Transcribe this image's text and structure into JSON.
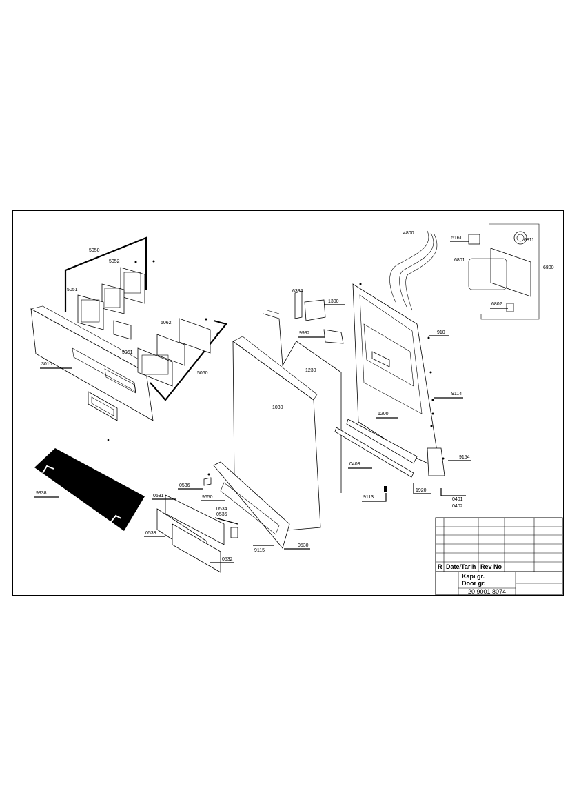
{
  "parts": {
    "p5050": "5050",
    "p5052": "5052",
    "p5051": "5051",
    "p3010": "3010",
    "p5062": "5062",
    "p5061": "5061",
    "p5060": "5060",
    "p6330": "6330",
    "p1300": "1300",
    "p9992": "9992",
    "p1230": "1230",
    "p1030": "1030",
    "p4800": "4800",
    "p5161": "5161",
    "p6811": "6811",
    "p6801": "6801",
    "p6800": "6800",
    "p6802": "6802",
    "p910": "910",
    "p9114": "9114",
    "p1200": "1200",
    "p9154": "9154",
    "p0403": "0403",
    "p9113": "9113",
    "p1920": "1920",
    "p0401": "0401",
    "p0402": "0402",
    "p9938": "9938",
    "p0536": "0536",
    "p9650": "9650",
    "p0531": "0531",
    "p0534": "0534",
    "p0535": "0535",
    "p0533": "0533",
    "p0532": "0532",
    "p9115": "9115",
    "p0530": "0530"
  },
  "title_block": {
    "rev_col_r": "R",
    "date_header": "Date/Tarih",
    "rev_header": "Rev No",
    "group_tr": "Kapı gr.",
    "group_en": "Door gr.",
    "doc_number": "20 9001 8074"
  }
}
